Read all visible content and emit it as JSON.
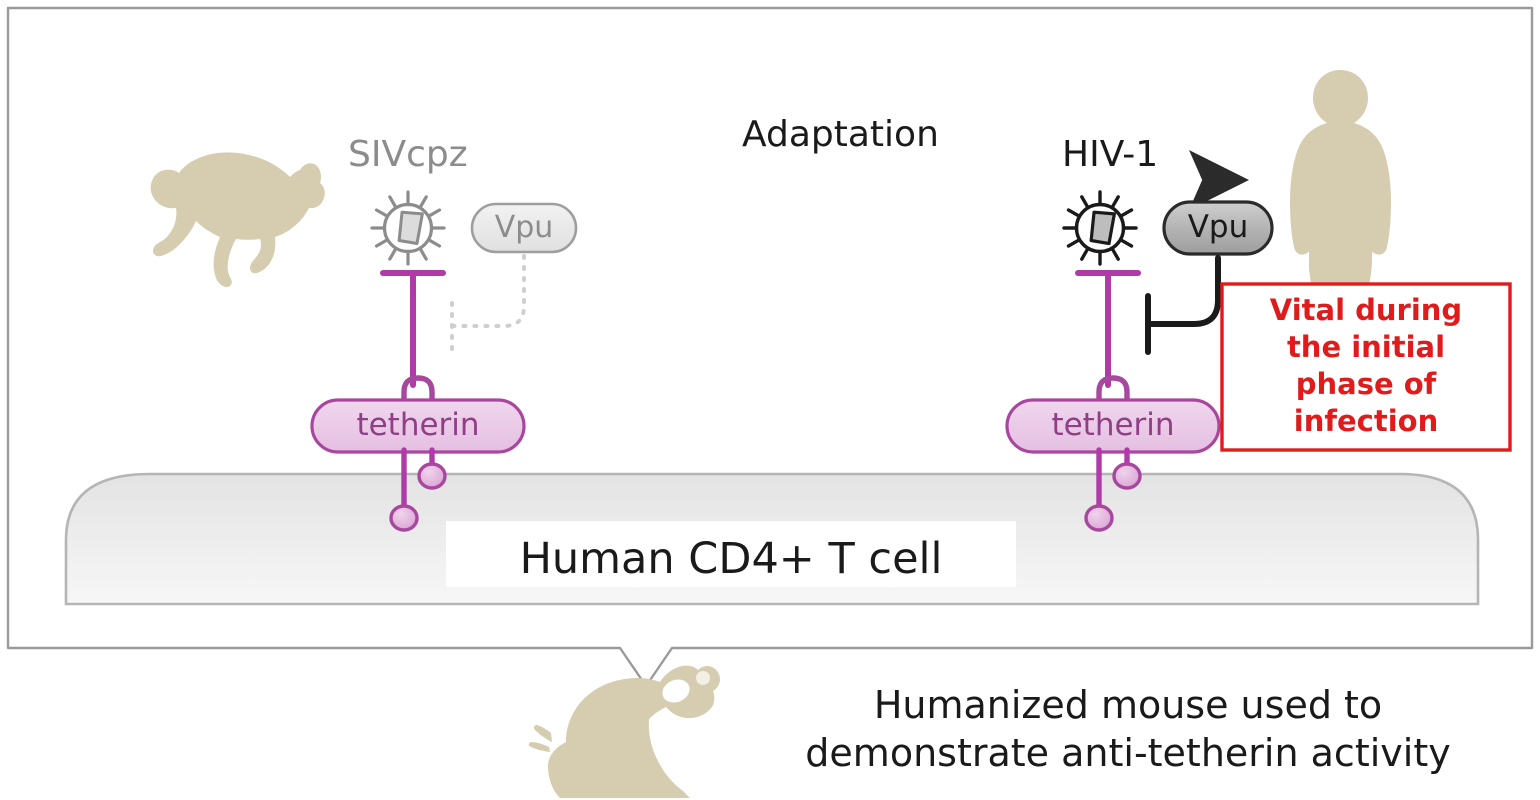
{
  "figure": {
    "panel_label": "",
    "background_color": "#ffffff",
    "panel_border_color": "#9a9a9a"
  },
  "left_branch": {
    "organism_icon": "chimpanzee-silhouette",
    "virus_label": "SIVcpz",
    "virus_label_color": "#8c8c8c",
    "virus_icon": "virus-particle-icon",
    "virus_icon_color": "#8c8c8c",
    "protein_label": "Vpu",
    "protein_fill": "#e6e6e6",
    "protein_border": "#9e9e9e",
    "protein_text_color": "#8c8c8c",
    "inhibition_style": "dotted",
    "inhibition_color": "#cccccc",
    "tetherin_label": "tetherin"
  },
  "right_branch": {
    "organism_icon": "human-silhouette",
    "virus_label": "HIV-1",
    "virus_label_color": "#1a1a1a",
    "virus_icon": "virus-particle-icon",
    "virus_icon_color": "#1a1a1a",
    "protein_label": "Vpu",
    "protein_fill": "#b9b9b9",
    "protein_border": "#2b2b2b",
    "protein_text_color": "#1a1a1a",
    "inhibition_style": "solid",
    "inhibition_color": "#1a1a1a",
    "tetherin_label": "tetherin"
  },
  "arrow": {
    "label": "Adaptation",
    "label_color": "#1a1a1a",
    "gradient_from": "#c9c9c9",
    "gradient_to": "#2b2b2b"
  },
  "callout": {
    "lines": [
      "Vital during",
      "the initial",
      "phase of",
      "infection"
    ],
    "text_color": "#e01b1b",
    "border_color": "#e01b1b",
    "fill": "#ffffff"
  },
  "cell": {
    "label": "Human CD4+ T cell",
    "fill_top": "#e4e4e4",
    "fill_bottom": "#f4f4f4",
    "border_color": "#b5b5b5"
  },
  "tetherin_style": {
    "fill": "#ecc9e8",
    "border": "#a8479e",
    "text_color": "#8f3f86",
    "stem_color": "#b03aa8"
  },
  "silhouette_color": "#d6cdb0",
  "caption": {
    "mouse_icon": "mouse-silhouette",
    "lines": [
      "Humanized mouse used to",
      "demonstrate anti-tetherin activity"
    ],
    "text_color": "#1a1a1a"
  }
}
